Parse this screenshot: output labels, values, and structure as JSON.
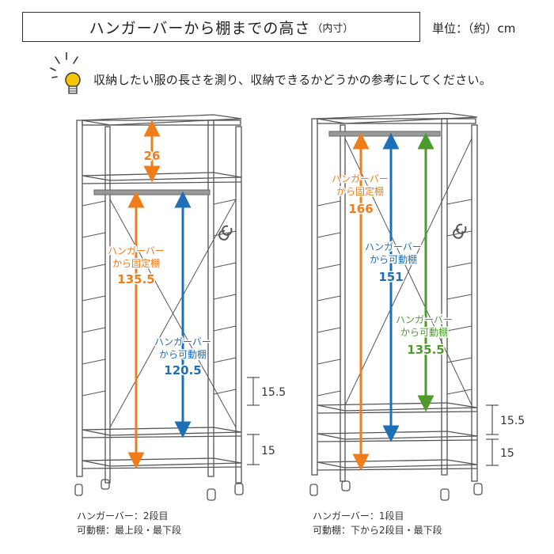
{
  "header": {
    "title": "ハンガーバーから棚までの高さ",
    "title_sub": "（内寸）",
    "unit": "単位：（約）cm"
  },
  "note": "収納したい服の長さを測り、収納できるかどうかの参考にしてください。",
  "icon": "lightbulb-icon",
  "colors": {
    "orange": "#ee7d1a",
    "blue": "#1d6fb8",
    "green": "#4e9a2a",
    "frame": "#555555"
  },
  "left": {
    "top_gap": "26",
    "to_fixed_label1": "ハンガーバー",
    "to_fixed_label2": "から固定棚",
    "to_fixed_value": "135.5",
    "to_movable_label1": "ハンガーバー",
    "to_movable_label2": "から可動棚",
    "to_movable_value": "120.5",
    "gap_upper": "15.5",
    "gap_lower": "15",
    "caption_line1": "ハンガーバー：2段目",
    "caption_line2": "可動棚：最上段・最下段"
  },
  "right": {
    "to_fixed_label1": "ハンガーバー",
    "to_fixed_label2": "から固定棚",
    "to_fixed_value": "166",
    "to_movable_top_label1": "ハンガーバー",
    "to_movable_top_label2": "から可動棚",
    "to_movable_top_value": "151",
    "to_movable_low_label1": "ハンガーバー",
    "to_movable_low_label2": "から可動棚",
    "to_movable_low_value": "135.5",
    "gap_upper": "15.5",
    "gap_lower": "15",
    "caption_line1": "ハンガーバー：1段目",
    "caption_line2": "可動棚：下から2段目・最下段"
  }
}
